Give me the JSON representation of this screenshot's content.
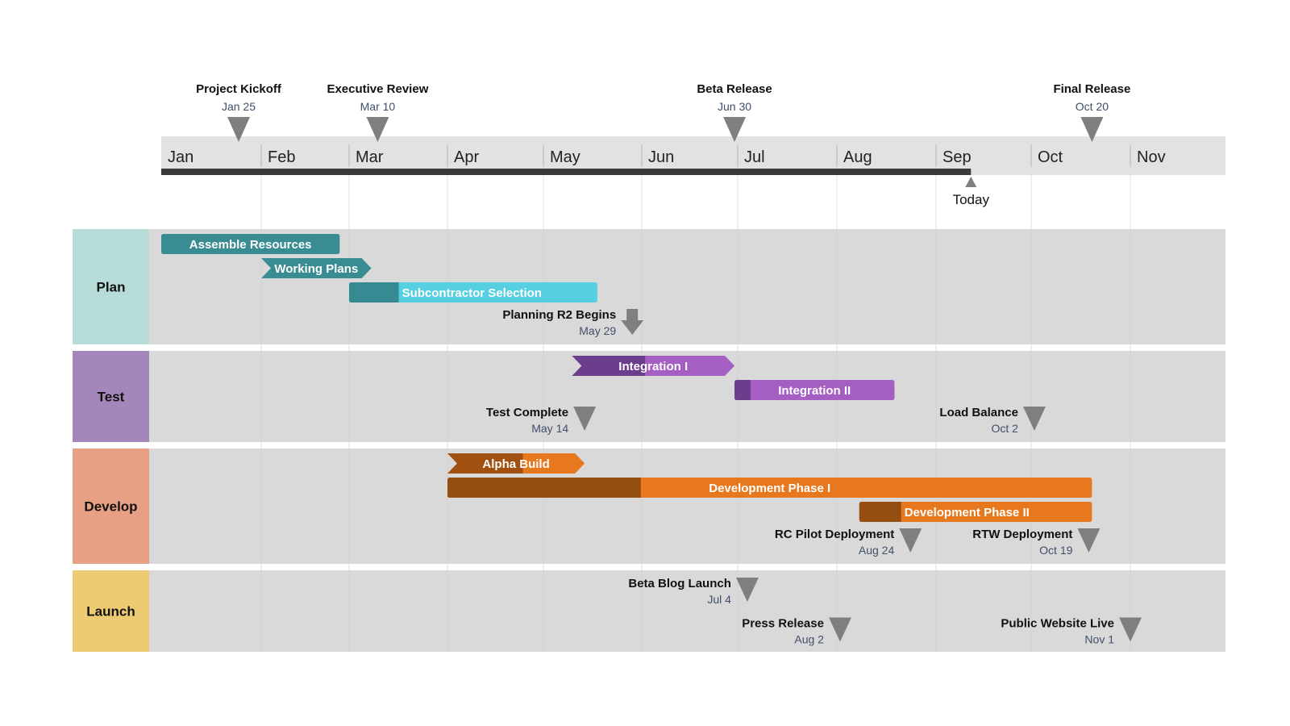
{
  "timeline": {
    "months": [
      "Jan",
      "Feb",
      "Mar",
      "Apr",
      "May",
      "Jun",
      "Jul",
      "Aug",
      "Sep",
      "Oct",
      "Nov"
    ],
    "today_label": "Today",
    "today_date": "Sep 12"
  },
  "milestones": [
    {
      "title": "Project Kickoff",
      "date": "Jan 25"
    },
    {
      "title": "Executive Review",
      "date": "Mar 10"
    },
    {
      "title": "Beta Release",
      "date": "Jun 30"
    },
    {
      "title": "Final Release",
      "date": "Oct 20"
    }
  ],
  "bands": [
    {
      "label": "Plan",
      "color": "#b8dcd8",
      "tasks": [
        {
          "label": "Assemble Resources",
          "start": "Jan 1",
          "end": "Feb 26",
          "color": "#3a8c93",
          "shape": "bar"
        },
        {
          "label": "Working Plans",
          "start": "Feb 1",
          "end": "Mar 8",
          "color": "#3a8c93",
          "shape": "chevron"
        },
        {
          "label": "Subcontractor Selection",
          "start": "Mar 1",
          "end": "May 18",
          "color": "#56cfe0",
          "progress_color": "#368a93",
          "progress": 0.2,
          "shape": "bar"
        }
      ],
      "milestones": [
        {
          "title": "Planning R2 Begins",
          "date": "May 29",
          "style": "arrow"
        }
      ]
    },
    {
      "label": "Test",
      "color": "#a487ba",
      "tasks": [
        {
          "label": "Integration I",
          "start": "May 10",
          "end": "Jun 30",
          "color": "#a55fc2",
          "progress_color": "#6c3d8c",
          "progress": 0.45,
          "shape": "chevron"
        },
        {
          "label": "Integration II",
          "start": "Jun 30",
          "end": "Aug 19",
          "color": "#a55fc2",
          "progress_color": "#6c3d8c",
          "progress": 0.1,
          "shape": "bar"
        }
      ],
      "milestones": [
        {
          "title": "Test Complete",
          "date": "May 14",
          "style": "triangle"
        },
        {
          "title": "Load Balance",
          "date": "Oct 2",
          "style": "triangle"
        }
      ]
    },
    {
      "label": "Develop",
      "color": "#e8a084",
      "tasks": [
        {
          "label": "Alpha Build",
          "start": "Apr 1",
          "end": "May 14",
          "color": "#e8781e",
          "progress_color": "#a05010",
          "progress": 0.55,
          "shape": "chevron"
        },
        {
          "label": "Development Phase I",
          "start": "Apr 1",
          "end": "Oct 20",
          "color": "#e8781e",
          "progress_color": "#954e12",
          "progress": 0.3,
          "shape": "bar"
        },
        {
          "label": "Development Phase II",
          "start": "Aug 8",
          "end": "Oct 20",
          "color": "#e8781e",
          "progress_color": "#954e12",
          "progress": 0.18,
          "shape": "bar"
        }
      ],
      "milestones": [
        {
          "title": "RC Pilot Deployment",
          "date": "Aug 24",
          "style": "triangle"
        },
        {
          "title": "RTW Deployment",
          "date": "Oct 19",
          "style": "triangle"
        }
      ]
    },
    {
      "label": "Launch",
      "color": "#edcb72",
      "tasks": [],
      "milestones": [
        {
          "title": "Beta Blog Launch",
          "date": "Jul 4",
          "style": "triangle"
        },
        {
          "title": "Press Release",
          "date": "Aug 2",
          "style": "triangle"
        },
        {
          "title": "Public Website Live",
          "date": "Nov 1",
          "style": "triangle"
        }
      ]
    }
  ],
  "colors": {
    "track": "#e2e2e2",
    "progress_line": "#3a3a3a",
    "band_background": "#d9d9d9",
    "milestone": "#7f7f7f"
  }
}
